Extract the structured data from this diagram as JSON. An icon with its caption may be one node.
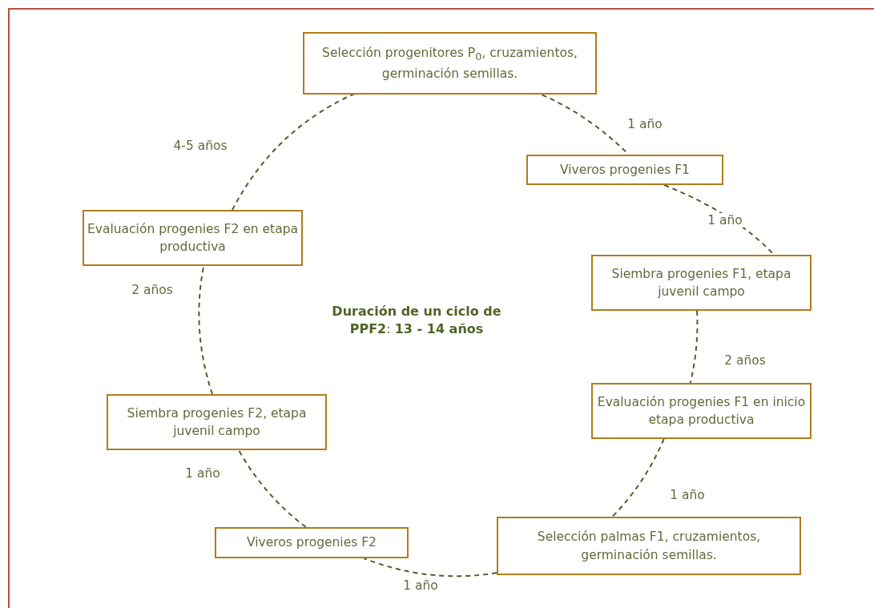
{
  "diagram": {
    "nodes": [
      {
        "text": [
          "Selección progenitores P$_{0}$, cruzamientos, germinación semillas."
        ]
      },
      {
        "text": [
          "Viveros progenies F1"
        ]
      },
      {
        "text": [
          "Siembra progenies F1, etapa juvenil campo"
        ]
      },
      {
        "text": [
          "Evaluación progenies F1 en inicio etapa productiva"
        ]
      },
      {
        "text": [
          "Selección palmas F1, cruzamientos, germinación semillas."
        ]
      },
      {
        "text": [
          "Viveros progenies F2"
        ]
      },
      {
        "text": [
          "Siembra progenies F2, etapa juvenil campo"
        ]
      },
      {
        "text": [
          "Evaluación progenies F2 en etapa productiva"
        ]
      }
    ],
    "edges": [
      {
        "from": 0,
        "to": 1,
        "arrow": "none",
        "label": "1 año",
        "style": "dashed"
      },
      {
        "from": 1,
        "to": 2,
        "arrow": "none",
        "label": "1 año",
        "style": "dashed"
      },
      {
        "from": 2,
        "to": 3,
        "arrow": "none",
        "label": "2 años",
        "style": "dashed"
      },
      {
        "from": 3,
        "to": 4,
        "arrow": "none",
        "label": "1 año",
        "style": "dashed"
      },
      {
        "from": 4,
        "to": 5,
        "arrow": "none",
        "label": "1 año",
        "style": "dashed"
      },
      {
        "from": 5,
        "to": 6,
        "arrow": "none",
        "label": "1 año",
        "style": "dashed"
      },
      {
        "from": 6,
        "to": 7,
        "arrow": "none",
        "label": "2 años",
        "style": "dashed"
      },
      {
        "from": 7,
        "to": 0,
        "arrow": "none",
        "label": "4-5 años",
        "style": "dashed"
      }
    ],
    "labels": [
      "**Duración de un ciclo de PPF2**: **13 - 14 años**"
    ]
  }
}
